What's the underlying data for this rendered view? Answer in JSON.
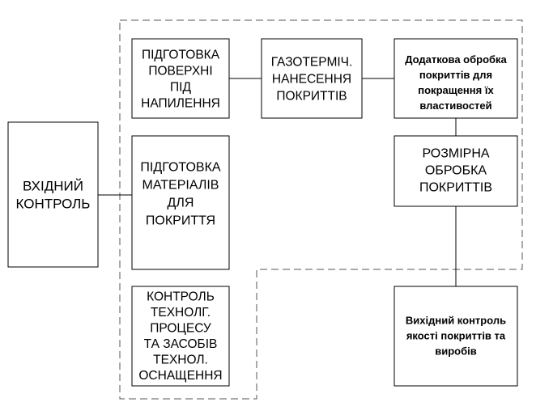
{
  "boxes": {
    "input_control": [
      "ВХІДНИЙ",
      "КОНТРОЛЬ"
    ],
    "surface_prep": [
      "ПІДГОТОВКА",
      "ПОВЕРХНІ",
      "ПІД",
      "НАПИЛЕННЯ"
    ],
    "material_prep": [
      "ПІДГОТОВКА",
      "МАТЕРІАЛІВ",
      "ДЛЯ",
      "ПОКРИТТЯ"
    ],
    "process_control": [
      "КОНТРОЛЬ",
      "ТЕХНОЛГ.",
      "ПРОЦЕСУ",
      "ТА ЗАСОБІВ",
      "ТЕХНОЛ.",
      "ОСНАЩЕННЯ"
    ],
    "thermal_spray": [
      "ГАЗОТЕРМІЧ.",
      "НАНЕСЕННЯ",
      "ПОКРИТТІВ"
    ],
    "extra_treatment": [
      "Додаткова обробка",
      "покриттів для",
      "покращення їх",
      "властивостей"
    ],
    "dimensional": [
      "РОЗМІРНА",
      "ОБРОБКА",
      "ПОКРИТТІВ"
    ],
    "output_control": [
      "Вихідний контроль",
      "якості покриттів та",
      "виробів"
    ]
  }
}
